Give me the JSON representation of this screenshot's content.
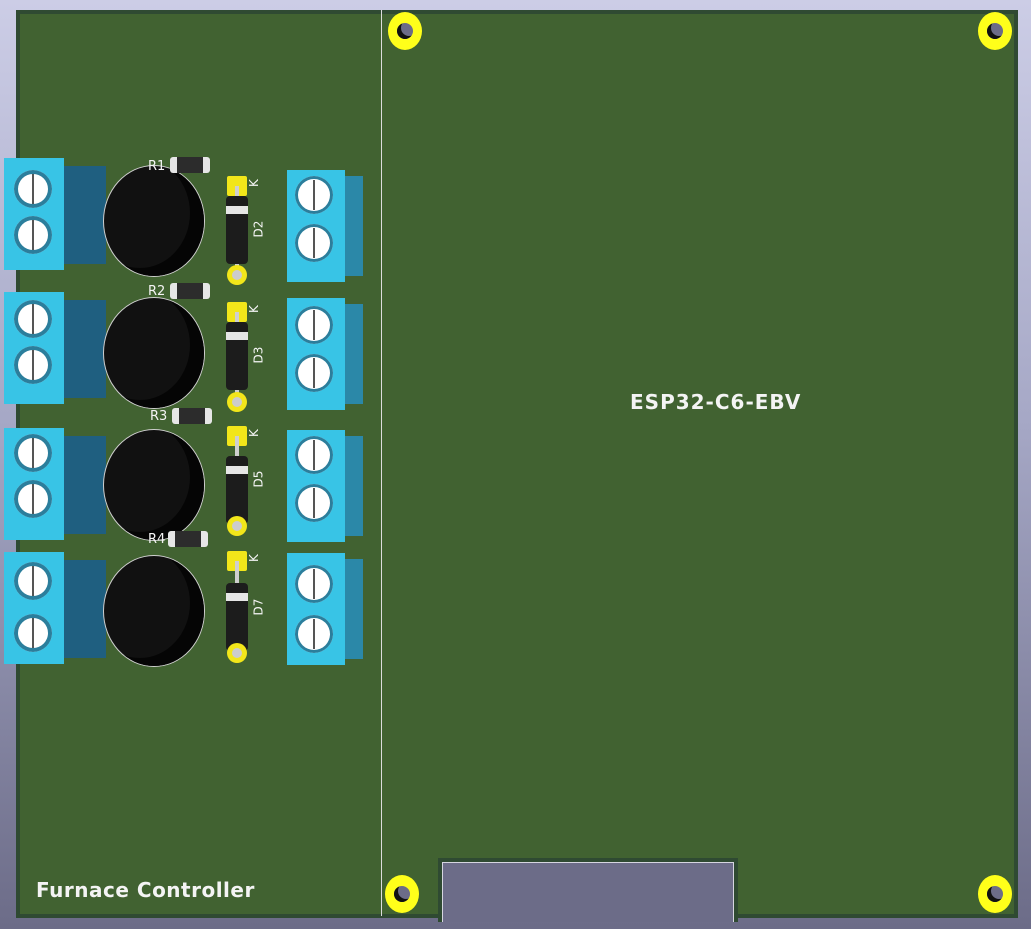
{
  "board": {
    "title_silkscreen": "Furnace Controller",
    "module_label": "ESP32-C6-EBV"
  },
  "channels": [
    {
      "resistor": "R1",
      "diode": "D2",
      "cathode_mark": "K"
    },
    {
      "resistor": "R2",
      "diode": "D3",
      "cathode_mark": "K"
    },
    {
      "resistor": "R3",
      "diode": "D5",
      "cathode_mark": "K"
    },
    {
      "resistor": "R4",
      "diode": "D7",
      "cathode_mark": "K"
    }
  ],
  "colors": {
    "pcb": "#416231",
    "edge": "#2f4a32",
    "silkscreen": "#f4f4f4",
    "pad": "#f2e61a",
    "terminal": "#38c4e6"
  }
}
